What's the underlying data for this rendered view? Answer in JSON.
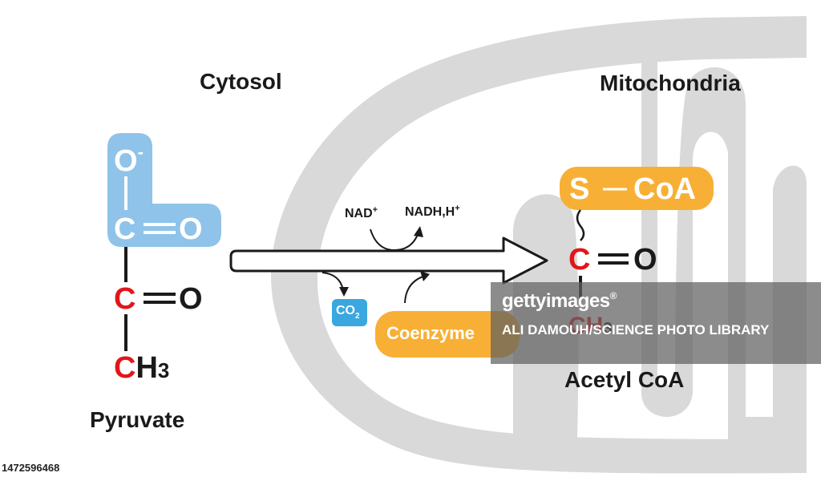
{
  "labels": {
    "cytosol": "Cytosol",
    "mitochondria": "Mitochondria",
    "pyruvate": "Pyruvate",
    "acetyl_coa": "Acetyl CoA"
  },
  "pyruvate": {
    "o_minus_atom": "O",
    "o_minus_charge": "-",
    "carboxyl_c": "C",
    "carboxyl_o": "O",
    "carbonyl_c": "C",
    "carbonyl_o": "O",
    "methyl_c": "C",
    "methyl_h": "H",
    "methyl_sub": "3"
  },
  "acetyl_coa": {
    "s_atom": "S",
    "coa": "CoA",
    "carbonyl_c": "C",
    "carbonyl_o": "O",
    "methyl_partial": "CH",
    "methyl_sub": "3"
  },
  "reaction": {
    "nad_base": "NAD",
    "nad_charge": "+",
    "nadh_base": "NADH,H",
    "nadh_charge": "+",
    "co2_base": "CO",
    "co2_sub": "2",
    "coenzyme": "Coenzyme"
  },
  "watermark": {
    "logo": "gettyimages",
    "logo_mark": "®",
    "credit": "ALI DAMOUH/SCIENCE PHOTO LIBRARY"
  },
  "footer": {
    "image_id": "1472596468"
  },
  "colors": {
    "mito_gray": "#d9d9d9",
    "carboxyl_blue": "#8fc3ea",
    "co2_blue": "#3aa7df",
    "coa_orange": "#f7b035",
    "carbon_red": "#e1161b",
    "bond_black": "#1a1a1a"
  }
}
